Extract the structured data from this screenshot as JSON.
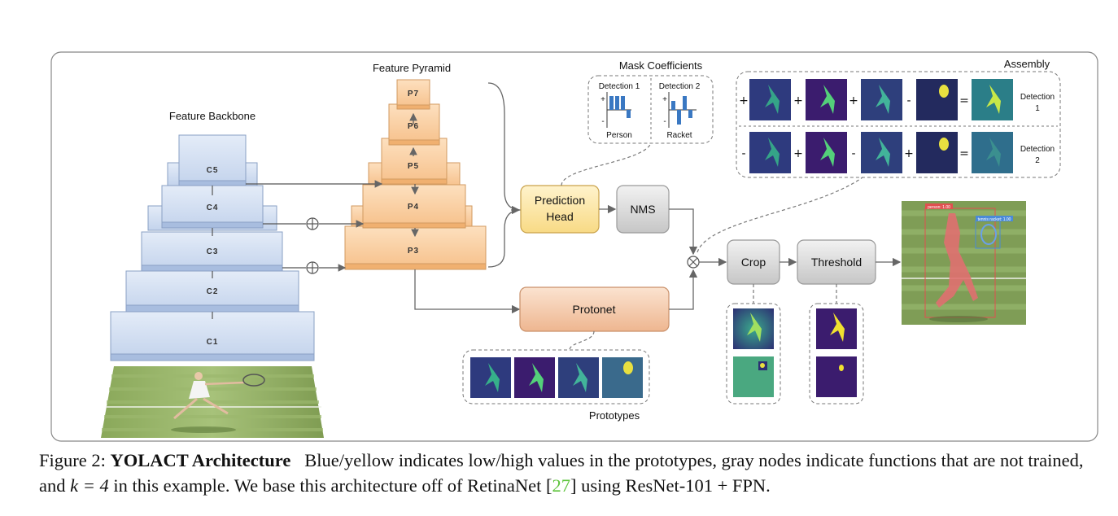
{
  "diagram": {
    "backbone": {
      "title": "Feature Backbone",
      "layers": [
        "C5",
        "C4",
        "C3",
        "C2",
        "C1"
      ]
    },
    "pyramid": {
      "title": "Feature Pyramid",
      "layers": [
        "P7",
        "P6",
        "P5",
        "P4",
        "P3"
      ]
    },
    "mask_coefficients": {
      "title": "Mask Coefficients",
      "detection1": "Detection 1",
      "detection2": "Detection 2",
      "class1": "Person",
      "class2": "Racket",
      "plus_sign": "+",
      "minus_sign": "-",
      "detection1_signs": [
        "+",
        "+",
        "+",
        "-"
      ],
      "detection2_signs": [
        "+",
        "-",
        "+",
        "-"
      ]
    },
    "nodes": {
      "prediction_head_line1": "Prediction",
      "prediction_head_line2": "Head",
      "nms": "NMS",
      "protonet": "Protonet",
      "crop": "Crop",
      "threshold": "Threshold"
    },
    "assembly": {
      "title": "Assembly",
      "row1_ops": [
        "+",
        "+",
        "+",
        "-",
        "="
      ],
      "row2_ops": [
        "-",
        "+",
        "-",
        "+",
        "="
      ],
      "row1_label_1": "Detection",
      "row1_label_2": "1",
      "row2_label_1": "Detection",
      "row2_label_2": "2"
    },
    "prototypes_label": "Prototypes",
    "output_tags": {
      "person": "person: 1.00",
      "racket": "tennis racket: 1.00"
    },
    "colors": {
      "backbone_fill": "#cfdcf0",
      "pyramid_fill": "#f8c998",
      "prediction_head_fill": "#fbe4a2",
      "gray_node_fill": "#d6d6d6",
      "protonet_fill": "#f4c8a8",
      "proto_low": "#3b1c6e",
      "proto_high": "#f0e030",
      "citation": "#5ec43c"
    }
  },
  "caption": {
    "fig_label": "Figure 2:",
    "title": "YOLACT Architecture",
    "text1": "Blue/yellow indicates low/high values in the prototypes, gray nodes indicate functions that are not trained, and",
    "math": "k = 4",
    "text2": "in this example. We base this architecture off of RetinaNet [",
    "ref": "27",
    "text3": "] using ResNet-101 + FPN."
  }
}
